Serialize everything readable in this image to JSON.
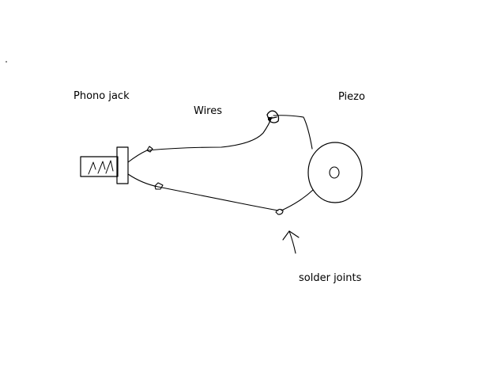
{
  "diagram": {
    "labels": {
      "phono_jack": "Phono jack",
      "wires": "Wires",
      "piezo": "Piezo",
      "solder_joints": "solder joints"
    },
    "colors": {
      "ink": "#000000",
      "background": "#ffffff"
    }
  }
}
